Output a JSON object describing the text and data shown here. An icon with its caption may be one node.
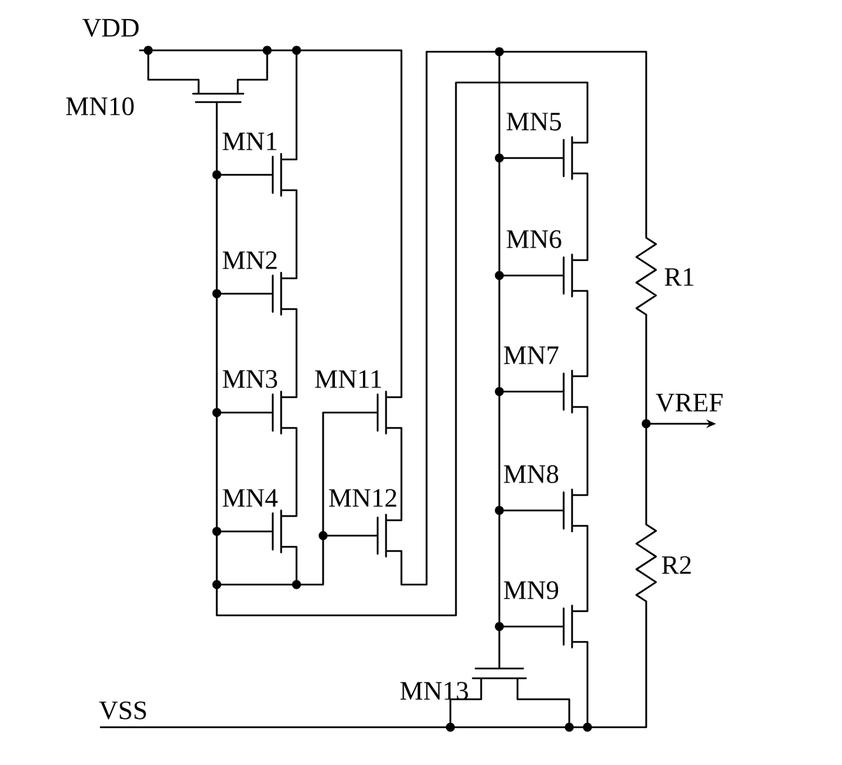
{
  "diagram": {
    "labels": [
      "VDD",
      "MN10",
      "MN5",
      "MN1",
      "MN6",
      "R1",
      "MN2",
      "MN3",
      "MN11",
      "MN7",
      "VREF",
      "MN4",
      "MN12",
      "MN8",
      "R2",
      "MN9",
      "MN13",
      "VSS"
    ]
  }
}
